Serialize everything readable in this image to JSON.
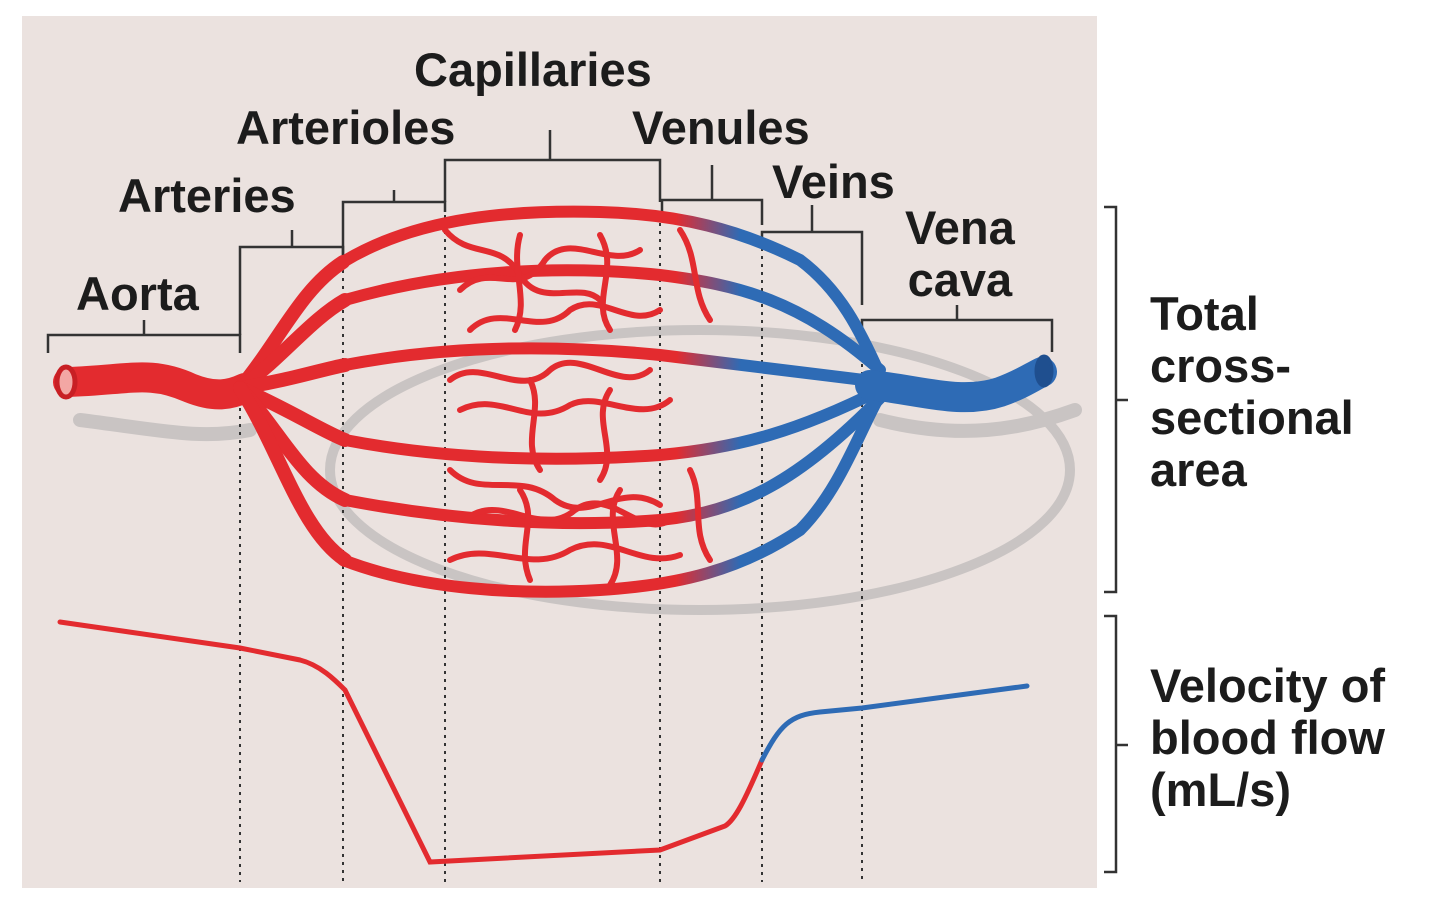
{
  "segments": {
    "aorta": "Aorta",
    "arteries": "Arteries",
    "arterioles": "Arterioles",
    "capillaries": "Capillaries",
    "venules": "Venules",
    "veins": "Veins",
    "vena_cava": "Vena\ncava"
  },
  "side_labels": {
    "area": "Total\ncross-\nsectional\narea",
    "velocity": "Velocity of\nblood flow\n(mL/s)"
  },
  "colors": {
    "artery_red": "#e32b2f",
    "vein_blue": "#2e6bb5",
    "background": "#ebe2df",
    "text": "#1c1c1c"
  },
  "velocity_trend": [
    "high",
    "high",
    "drops",
    "lowest",
    "rises",
    "higher",
    "highest-venous"
  ]
}
